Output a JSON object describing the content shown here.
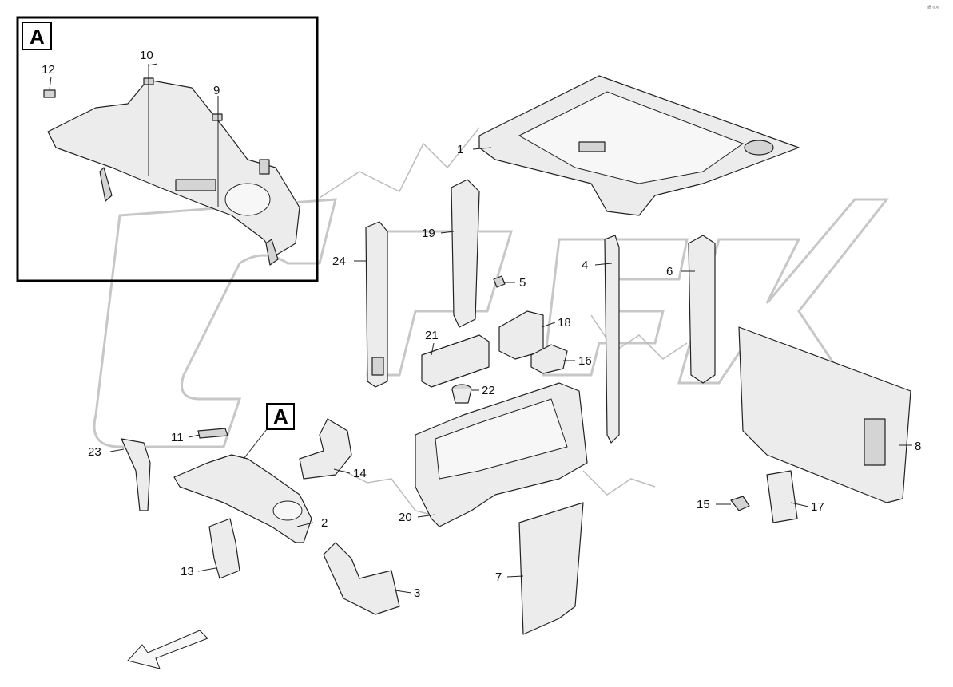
{
  "corner_mark": "ᵃᴮ ᵒᵒᵒ",
  "detail": {
    "tag": "A"
  },
  "main_tag": "A",
  "callouts": [
    {
      "id": "c1",
      "label": "1"
    },
    {
      "id": "c2",
      "label": "2"
    },
    {
      "id": "c3",
      "label": "3"
    },
    {
      "id": "c4",
      "label": "4"
    },
    {
      "id": "c5",
      "label": "5"
    },
    {
      "id": "c6",
      "label": "6"
    },
    {
      "id": "c7",
      "label": "7"
    },
    {
      "id": "c8",
      "label": "8"
    },
    {
      "id": "c9",
      "label": "9"
    },
    {
      "id": "c10",
      "label": "10"
    },
    {
      "id": "c11",
      "label": "11"
    },
    {
      "id": "c12",
      "label": "12"
    },
    {
      "id": "c13",
      "label": "13"
    },
    {
      "id": "c14",
      "label": "14"
    },
    {
      "id": "c15",
      "label": "15"
    },
    {
      "id": "c16",
      "label": "16"
    },
    {
      "id": "c17",
      "label": "17"
    },
    {
      "id": "c18",
      "label": "18"
    },
    {
      "id": "c19",
      "label": "19"
    },
    {
      "id": "c20",
      "label": "20"
    },
    {
      "id": "c21",
      "label": "21"
    },
    {
      "id": "c22",
      "label": "22"
    },
    {
      "id": "c23",
      "label": "23"
    },
    {
      "id": "c24",
      "label": "24"
    }
  ]
}
